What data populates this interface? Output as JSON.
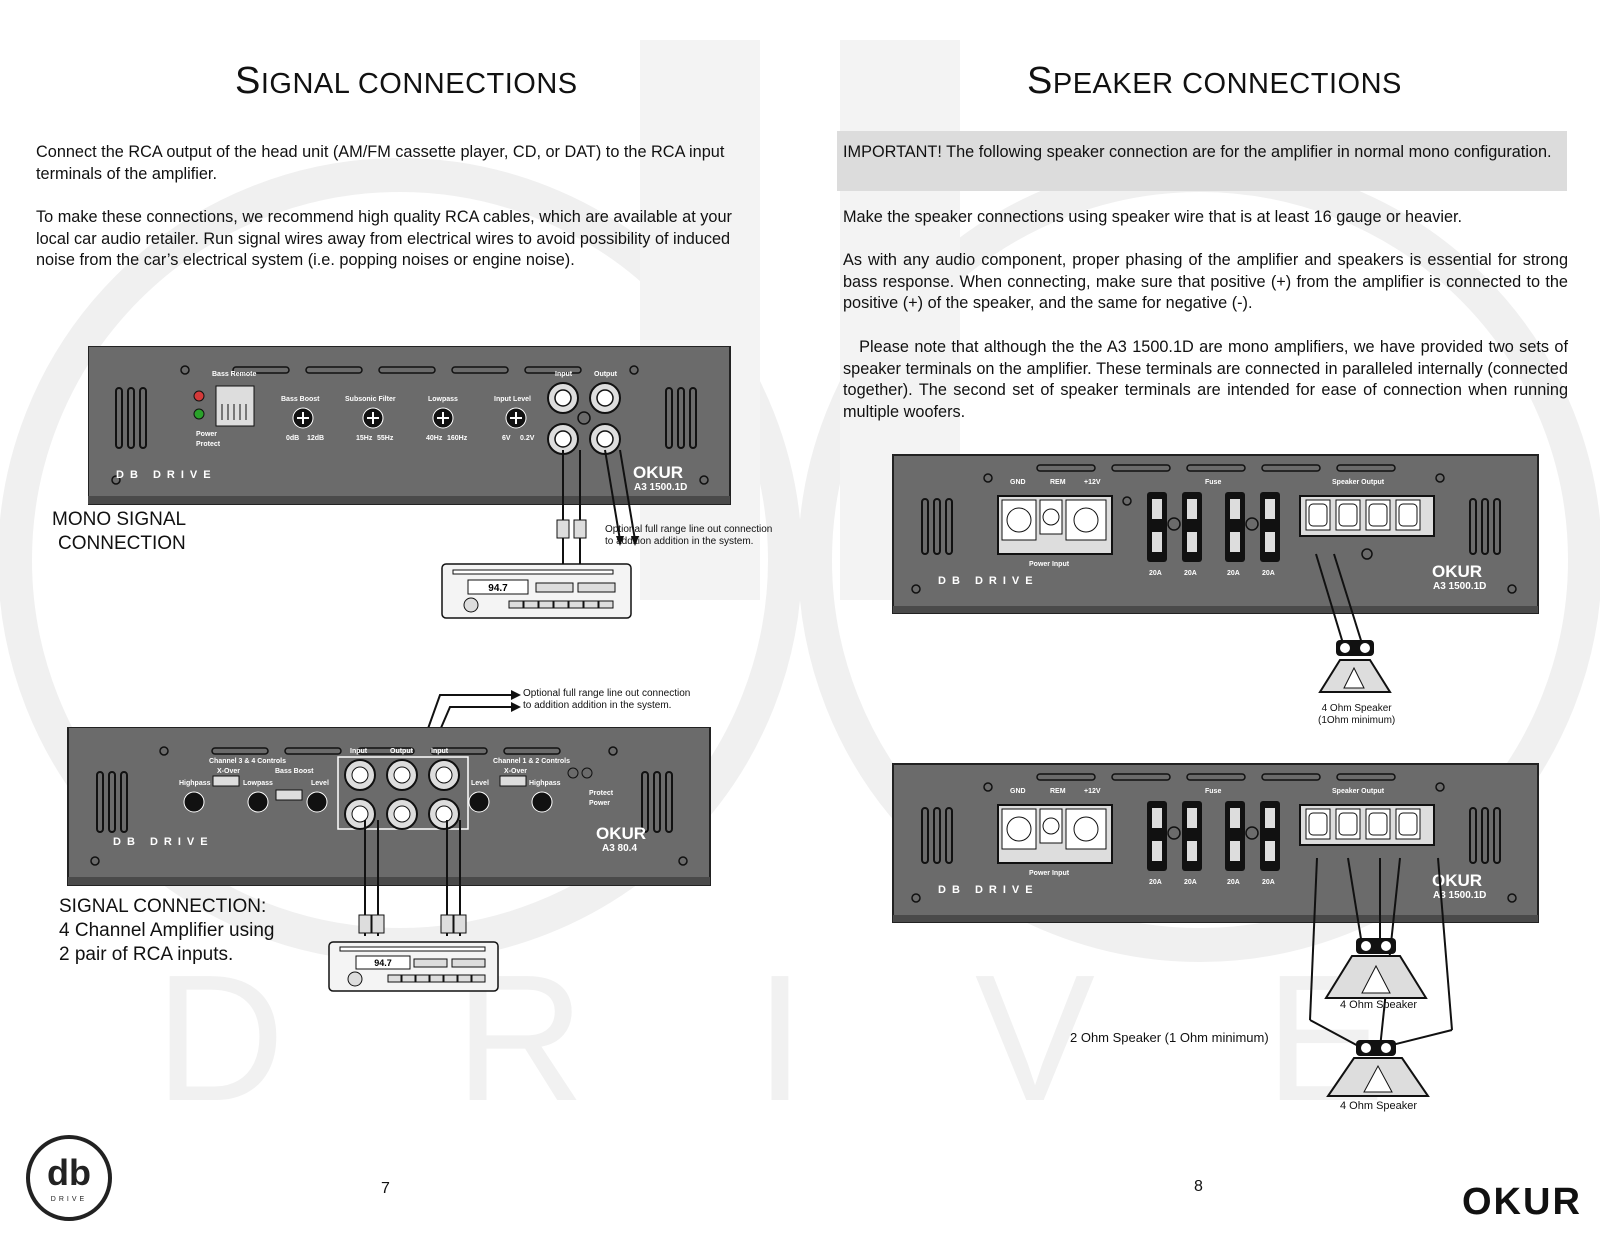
{
  "watermark": {
    "text": "D R I V E"
  },
  "left": {
    "title_cap": "S",
    "title_rest": "IGNAL CONNECTIONS",
    "para1": "Connect the RCA output of the head unit (AM/FM cassette player, CD, or DAT) to the RCA input terminals of the amplifier.",
    "para2": "To make these connections, we recommend high quality RCA cables, which are available at your local car audio retailer. Run signal wires away from electrical wires to avoid possibility of induced noise from the car’s electrical system (i.e. popping noises or engine noise).",
    "mono_caption_1": "MONO SIGNAL",
    "mono_caption_2": "CONNECTION",
    "optional_note_1": "Optional full range line out connection",
    "optional_note_2": "to addition addition in the system.",
    "head_unit_display": "94.7",
    "sig4_caption_1": "SIGNAL CONNECTION:",
    "sig4_caption_2": "4 Channel Amplifier using",
    "sig4_caption_3": "2 pair of RCA inputs.",
    "page_number": "7",
    "amp1": {
      "brand": "DB DRIVE",
      "logo": "OKUR",
      "model": "A3 1500.1D",
      "labels": {
        "bass_remote": "Bass Remote",
        "bass_boost": "Bass Boost",
        "subsonic": "Subsonic Filter",
        "lowpass": "Lowpass",
        "input_level": "Input Level",
        "input": "Input",
        "output": "Output",
        "power": "Power",
        "protect": "Protect",
        "bb_min": "0dB",
        "bb_max": "12dB",
        "ss_min": "15Hz",
        "ss_max": "55Hz",
        "lp_min": "40Hz",
        "lp_max": "160Hz",
        "il_min": "6V",
        "il_max": "0.2V"
      }
    },
    "amp2": {
      "brand": "DB DRIVE",
      "logo": "OKUR",
      "model": "A3 80.4",
      "labels": {
        "ch34": "Channel 3 & 4 Controls",
        "ch12": "Channel 1 & 2 Controls",
        "xover": "X-Over",
        "highpass": "Highpass",
        "lowpass": "Lowpass",
        "bass_boost": "Bass Boost",
        "level": "Level",
        "input": "Input",
        "output": "Output",
        "protect": "Protect",
        "power": "Power"
      }
    }
  },
  "right": {
    "title_cap": "S",
    "title_rest": "PEAKER CONNECTIONS",
    "important": "IMPORTANT! The following speaker connection are for the amplifier in normal mono configuration.",
    "para1": "Make the speaker connections using speaker wire that is at least 16 gauge or heavier.",
    "para2": "As with any audio component, proper phasing of the amplifier and speakers is essential for strong bass response. When connecting, make sure that positive (+) from the amplifier is connected to the positive (+) of the speaker, and the same for negative (-).",
    "para3": "   Please note that although the the A3 1500.1D are mono amplifiers, we have provided two sets of speaker terminals on the amplifier. These terminals are connected in paralleled internally (connected together). The second set of speaker terminals are intended for ease of connection when running multiple woofers.",
    "speaker1_label_1": "4 Ohm Speaker",
    "speaker1_label_2": "(1Ohm minimum)",
    "speaker_a_label": "4 Ohm Speaker",
    "speaker_b_label": "4 Ohm Speaker",
    "two_ohm_label": "2 Ohm Speaker (1 Ohm minimum)",
    "page_number": "8",
    "amp": {
      "brand": "DB DRIVE",
      "logo": "OKUR",
      "model": "A3 1500.1D",
      "labels": {
        "gnd": "GND",
        "rem": "REM",
        "plus12": "+12V",
        "fuse": "Fuse",
        "speaker_output": "Speaker Output",
        "power_input": "Power Input",
        "fuse_rating": "20A"
      }
    }
  },
  "footer": {
    "db_logo_text": "db",
    "db_logo_sub": "DRIVE",
    "okur_logo": "OKUR"
  },
  "colors": {
    "panel": "#6b6b6b",
    "panel_dark": "#4a4a4a",
    "accent_red": "#d43a3a",
    "watermark": "#efefef",
    "highlight": "#dcdcdc"
  }
}
